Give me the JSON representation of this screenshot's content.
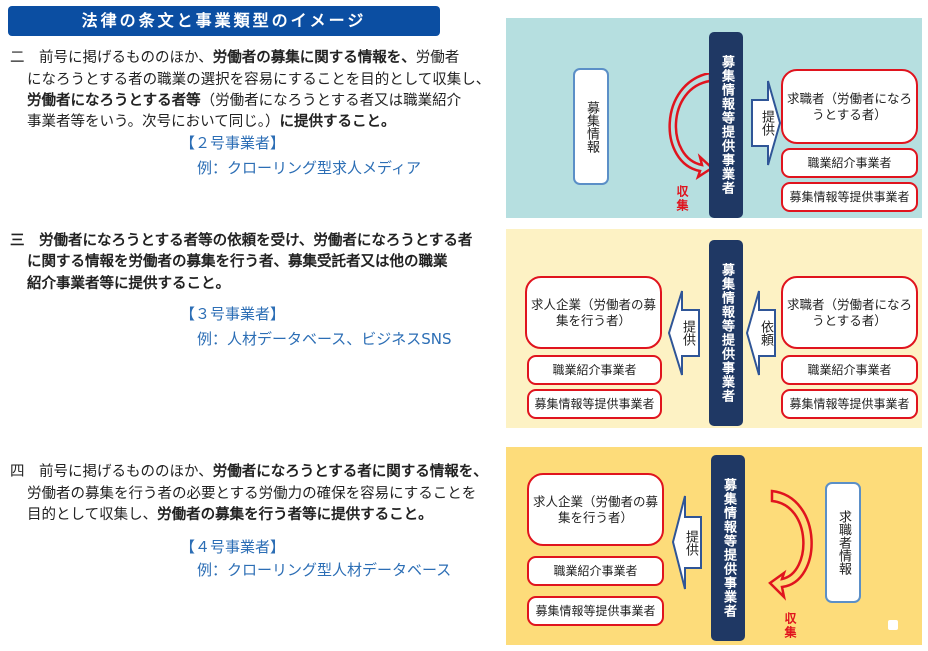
{
  "title": "法律の条文と事業類型のイメージ",
  "sections": [
    {
      "lines": [
        [
          {
            "t": "二　前号に掲げるもののほか、",
            "b": false
          },
          {
            "t": "労働者の募集に関する情報を、",
            "b": true
          },
          {
            "t": "労働者",
            "b": false
          }
        ],
        [
          {
            "t": "になろうとする者の職業の選択を容易にすることを目的として収集し、",
            "b": false
          }
        ],
        [
          {
            "t": "労働者になろうとする者等",
            "b": true
          },
          {
            "t": "（労働者になろうとする者又は職業紹介",
            "b": false
          }
        ],
        [
          {
            "t": "事業者等をいう。次号において同じ。）",
            "b": false
          },
          {
            "t": "に提供すること。",
            "b": true
          }
        ]
      ],
      "type": "【２号事業者】",
      "example": "例：クローリング型求人メディア"
    },
    {
      "lines": [
        [
          {
            "t": "三　労働者になろうとする者等の依頼を受け、労働者になろうとする者",
            "b": true
          }
        ],
        [
          {
            "t": "に関する情報を労働者の募集を行う者、募集受託者又は他の職業",
            "b": true
          }
        ],
        [
          {
            "t": "紹介事業者等に提供すること。",
            "b": true
          }
        ]
      ],
      "type": "【３号事業者】",
      "example": "例：人材データベース、ビジネスSNS"
    },
    {
      "lines": [
        [
          {
            "t": "四　前号に掲げるもののほか、",
            "b": false
          },
          {
            "t": "労働者になろうとする者に関する情報を、",
            "b": true
          }
        ],
        [
          {
            "t": "労働者の募集を行う者の必要とする労働力の確保を容易にすることを",
            "b": false
          }
        ],
        [
          {
            "t": "目的として収集し、",
            "b": false
          },
          {
            "t": "労働者の募集を行う者等に提供すること。",
            "b": true
          }
        ]
      ],
      "type": "【４号事業者】",
      "example": "例：クローリング型人材データベース"
    }
  ],
  "diagram": {
    "operator": "募集情報等提供事業者",
    "p1": {
      "source": "募集情報",
      "collect": "収集",
      "provide": "提供",
      "target": "求職者（労働者になろうとする者）",
      "agency": "職業紹介事業者",
      "operator_box": "募集情報等提供事業者"
    },
    "p2": {
      "employer": "求人企業（労働者の募集を行う者）",
      "agency": "職業紹介事業者",
      "operator_box": "募集情報等提供事業者",
      "provide": "提供",
      "request": "依頼",
      "seeker": "求職者（労働者になろうとする者）",
      "agency2": "職業紹介事業者",
      "operator_box2": "募集情報等提供事業者"
    },
    "p3": {
      "employer": "求人企業（労働者の募集を行う者）",
      "agency": "職業紹介事業者",
      "operator_box": "募集情報等提供事業者",
      "provide": "提供",
      "source": "求職者情報",
      "collect": "収集"
    }
  },
  "colors": {
    "title": "#0b4ea2",
    "navy": "#1f3864",
    "red": "#e0141e",
    "panel1": "#b6dfe0",
    "panel2": "#fdf2c4",
    "panel3": "#fddc7a"
  }
}
